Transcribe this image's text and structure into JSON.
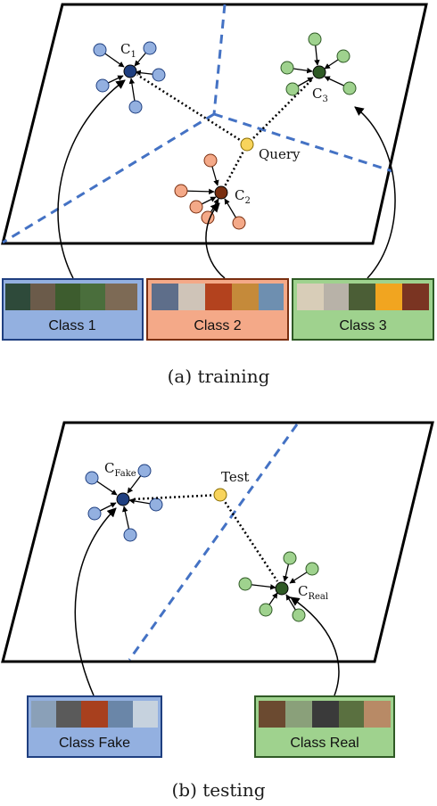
{
  "colors": {
    "class1_fill": "#93b0e0",
    "class1_dark": "#1f3f80",
    "class2_fill": "#f4a988",
    "class2_dark": "#7a2f10",
    "class3_fill": "#9fd28e",
    "class3_dark": "#2f5a25",
    "query_fill": "#f8d45c",
    "divider": "#4472c4",
    "border": "#000000"
  },
  "training": {
    "caption": "(a) training",
    "query_label": "Query",
    "prototypes": [
      {
        "letter": "C",
        "sub": "1"
      },
      {
        "letter": "C",
        "sub": "2"
      },
      {
        "letter": "C",
        "sub": "3"
      }
    ],
    "classes": [
      "Class 1",
      "Class 2",
      "Class 3"
    ]
  },
  "testing": {
    "caption": "(b) testing",
    "test_label": "Test",
    "prototypes": [
      {
        "letter": "C",
        "sub": "Fake"
      },
      {
        "letter": "C",
        "sub": "Real"
      }
    ],
    "classes": [
      "Class Fake",
      "Class Real"
    ]
  }
}
